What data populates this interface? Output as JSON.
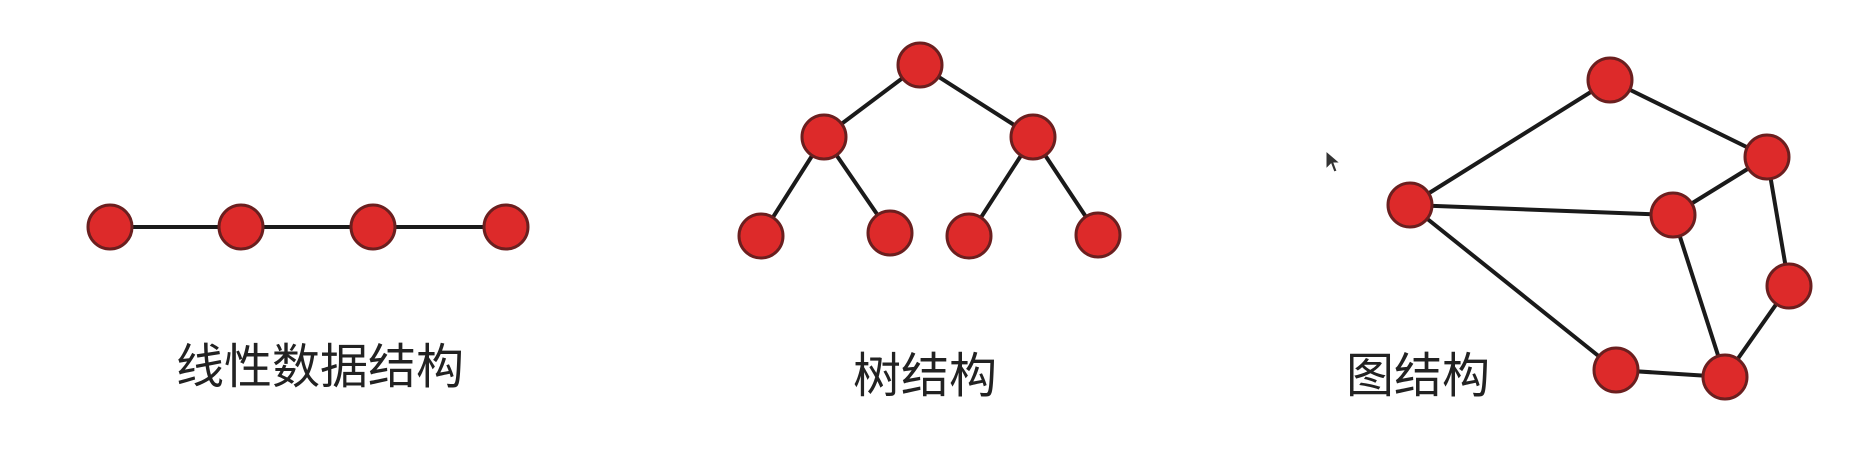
{
  "captions": {
    "linear": "线性数据结构",
    "tree": "树结构",
    "graph": "图结构"
  },
  "colors": {
    "node_fill": "#dd2a2a",
    "node_stroke": "#6b1f1f",
    "edge": "#1a1a1a"
  },
  "diagrams": [
    {
      "id": "linear",
      "edges": [
        [
          "a",
          "b"
        ],
        [
          "b",
          "c"
        ],
        [
          "c",
          "d"
        ]
      ]
    },
    {
      "id": "tree",
      "edges": [
        [
          "r",
          "l"
        ],
        [
          "r",
          "rr"
        ],
        [
          "l",
          "ll"
        ],
        [
          "l",
          "lr"
        ],
        [
          "rr",
          "rl"
        ],
        [
          "rr",
          "rrr"
        ]
      ]
    },
    {
      "id": "graph",
      "edges": [
        [
          "n1",
          "n2"
        ],
        [
          "n2",
          "n3"
        ],
        [
          "n1",
          "n4"
        ],
        [
          "n3",
          "n4"
        ],
        [
          "n3",
          "n5"
        ],
        [
          "n5",
          "n7"
        ],
        [
          "n4",
          "n7"
        ],
        [
          "n1",
          "n6"
        ],
        [
          "n6",
          "n7"
        ]
      ]
    }
  ]
}
